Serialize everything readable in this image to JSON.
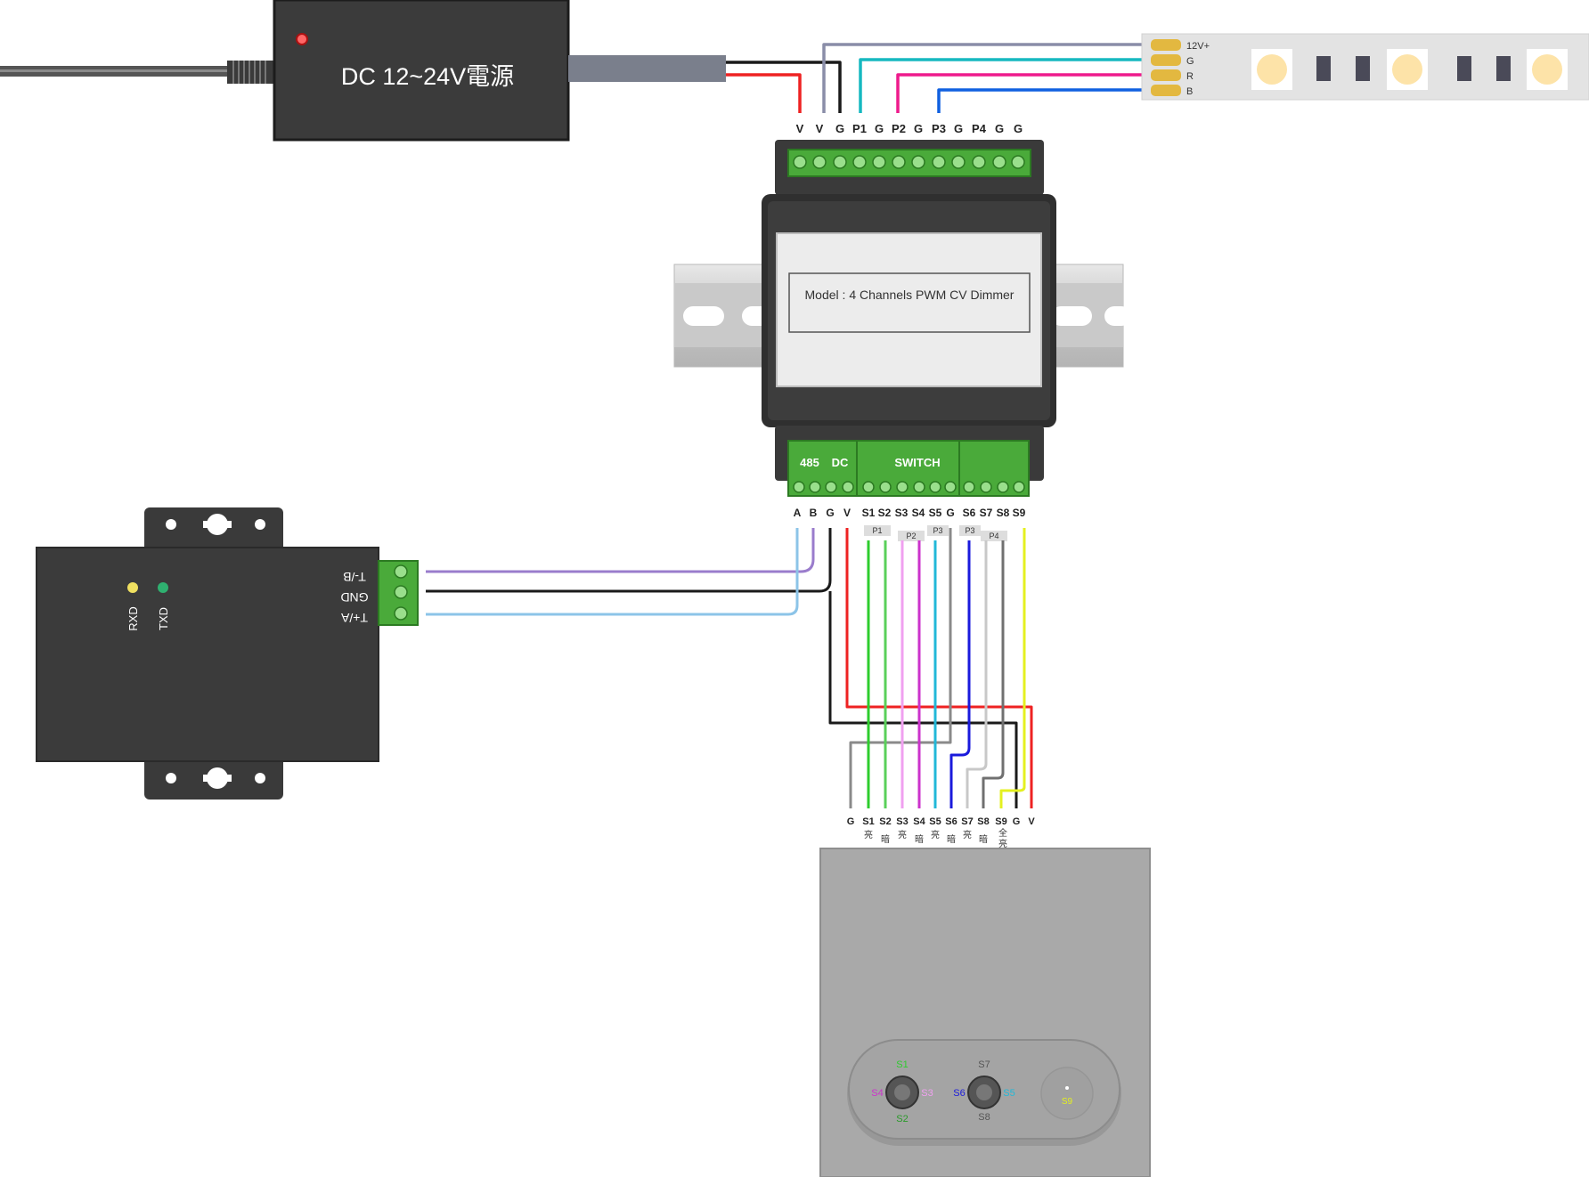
{
  "power_supply": {
    "label": "DC 12~24V電源"
  },
  "led_strip": {
    "pins": [
      "12V+",
      "G",
      "R",
      "B"
    ]
  },
  "dimmer": {
    "model_label": "Model : 4 Channels PWM CV Dimmer",
    "top_terminals": [
      "V",
      "V",
      "G",
      "P1",
      "G",
      "P2",
      "G",
      "P3",
      "G",
      "P4",
      "G",
      "G"
    ],
    "section_485": "485",
    "section_dc": "DC",
    "section_switch": "SWITCH",
    "bottom_terminals": [
      "A",
      "B",
      "G",
      "V",
      "S1",
      "S2",
      "S3",
      "S4",
      "S5",
      "G",
      "S6",
      "S7",
      "S8",
      "S9"
    ],
    "group_tags": [
      "P1",
      "P2",
      "P3",
      "P3",
      "P4"
    ]
  },
  "converter": {
    "pins": [
      "T-/B",
      "GND",
      "T+/A"
    ],
    "leds": [
      "RXD",
      "TXD"
    ],
    "led_colors": [
      "#f0e060",
      "#2fb070"
    ]
  },
  "switch_wires": {
    "terminals": [
      "G",
      "S1",
      "S2",
      "S3",
      "S4",
      "S5",
      "S6",
      "S7",
      "S8",
      "S9",
      "G",
      "V"
    ],
    "notes": [
      "",
      "亮",
      "暗",
      "亮",
      "暗",
      "亮",
      "暗",
      "亮",
      "暗",
      "全\n亮\n暗",
      "",
      ""
    ]
  },
  "panel": {
    "left_knob": {
      "top": "S1",
      "bottom": "S2",
      "left": "S4",
      "right": "S3"
    },
    "right_knob": {
      "top": "S7",
      "bottom": "S8",
      "left": "S6",
      "right": "S5"
    },
    "button": "S9"
  },
  "colors": {
    "red": "#ee2222",
    "black": "#1a1a1a",
    "gray": "#8a8da8",
    "cyan": "#16b8c0",
    "magenta": "#ee1a8c",
    "blue": "#1060e0",
    "purple": "#9a7ccc",
    "lightblue": "#8cc4e8",
    "terminal_green": "#44a836"
  }
}
